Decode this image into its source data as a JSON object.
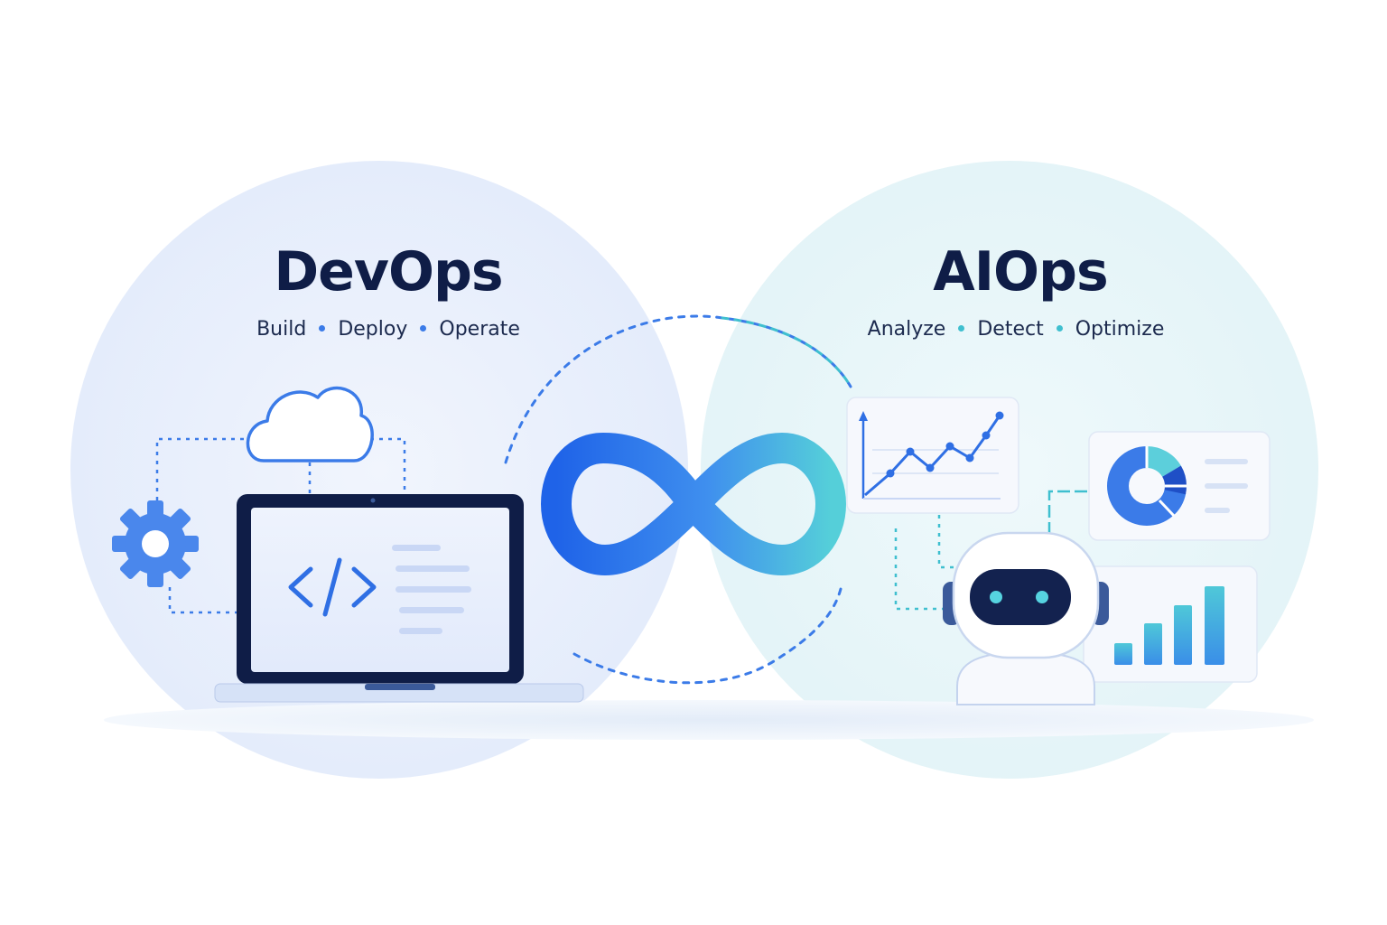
{
  "devops": {
    "title": "DevOps",
    "steps": [
      "Build",
      "Deploy",
      "Operate"
    ],
    "dot_color": "#3b7be8"
  },
  "aiops": {
    "title": "AIOps",
    "steps": [
      "Analyze",
      "Detect",
      "Optimize"
    ],
    "dot_color": "#3fbfcf"
  },
  "icons": {
    "cloud": "cloud-icon",
    "gear": "gear-icon",
    "code": "code-brackets-icon",
    "infinity": "infinity-loop-icon",
    "robot": "robot-icon",
    "line_chart": "line-chart-icon",
    "donut_chart": "donut-chart-icon",
    "bar_chart": "bar-chart-icon"
  },
  "colors": {
    "navy": "#0f1d47",
    "blue": "#2f6fe4",
    "cyan": "#4cc6d6",
    "devops_circle": "#e8f0fc",
    "aiops_circle": "#e6f6f8"
  }
}
